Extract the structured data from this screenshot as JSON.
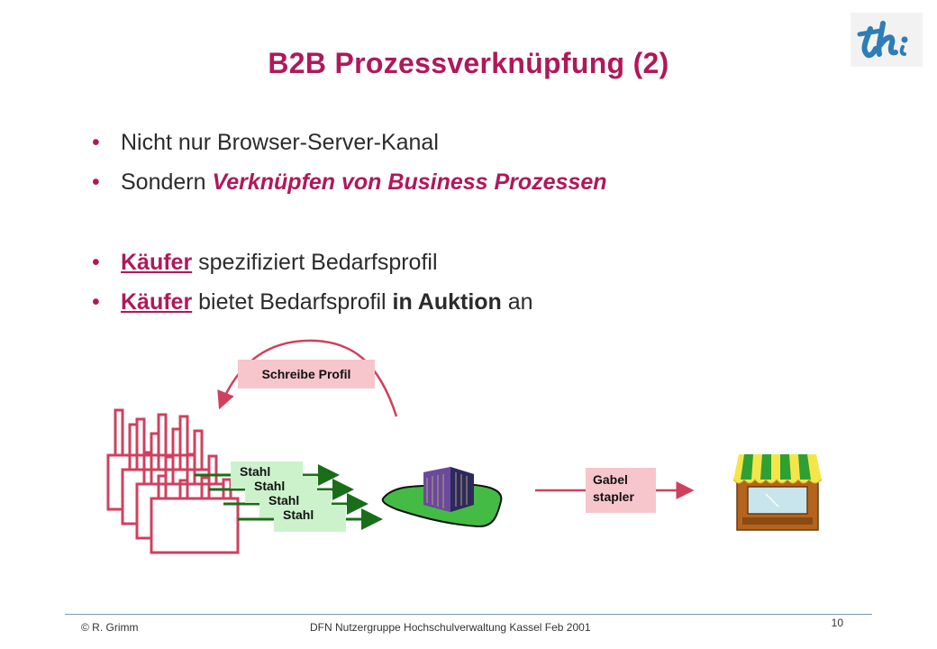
{
  "slide": {
    "title": "B2B Prozessverknüpfung (2)",
    "bullets": [
      {
        "text": "Nicht nur Browser-Server-Kanal"
      },
      {
        "prefix": "Sondern ",
        "emphasis": "Verknüpfen von Business Prozessen"
      },
      {
        "actor": "Käufer",
        "rest": " spezifiziert Bedarfsprofil"
      },
      {
        "actor": "Käufer",
        "rest": " bietet Bedarfsprofil ",
        "bold": "in Auktion",
        "suffix": " an"
      }
    ]
  },
  "diagram": {
    "profile_label": "Schreibe Profil",
    "stahl_labels": [
      "Stahl",
      "Stahl",
      "Stahl",
      "Stahl"
    ],
    "gabel_label": "Gabel\nstapler",
    "colors": {
      "accent": "#b0185a",
      "factory": "#d0405e",
      "arrow_green": "#1a6e1a",
      "label_pink": "#f7c6cc",
      "label_green": "#ccf2cc"
    }
  },
  "footer": {
    "copyright": "© R. Grimm",
    "event": "DFN Nutzergruppe Hochschulverwaltung Kassel Feb 2001",
    "page_number": "10"
  },
  "icons": [
    "university-logo-icon",
    "factory-icon",
    "office-building-icon",
    "shop-icon"
  ]
}
